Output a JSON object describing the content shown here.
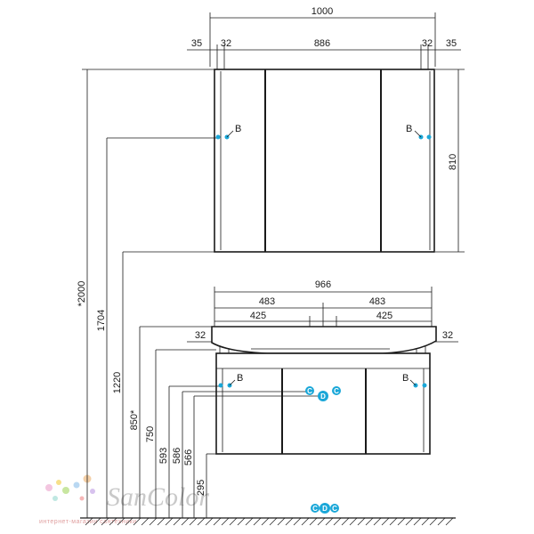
{
  "top_dims": {
    "overall": "1000",
    "left_offset": "35",
    "left_side": "32",
    "inner": "886",
    "right_side": "32",
    "right_offset": "35",
    "height": "810"
  },
  "mirror_labels": {
    "left_b": "B",
    "right_b": "B"
  },
  "vanity_dims": {
    "overall": "966",
    "left_half": "483",
    "right_half": "483",
    "left_inner": "425",
    "right_inner": "425",
    "left_32a": "32",
    "left_32b": "32",
    "right_32a": "32",
    "right_32b": "32"
  },
  "vanity_labels": {
    "left_b": "B",
    "right_b": "B",
    "c_left": "C",
    "d_mid": "D",
    "c_right": "C"
  },
  "height_dims": [
    "*2000",
    "1704",
    "1220",
    "850*",
    "750",
    "593",
    "586",
    "566",
    "295"
  ],
  "floor_connectors": [
    "C",
    "D",
    "C"
  ],
  "watermark": {
    "brand": "SanColor",
    "tagline": "интернет-магазин сантехники"
  },
  "colors": {
    "accent": "#1aa7d8",
    "line": "#1a1a1a"
  }
}
